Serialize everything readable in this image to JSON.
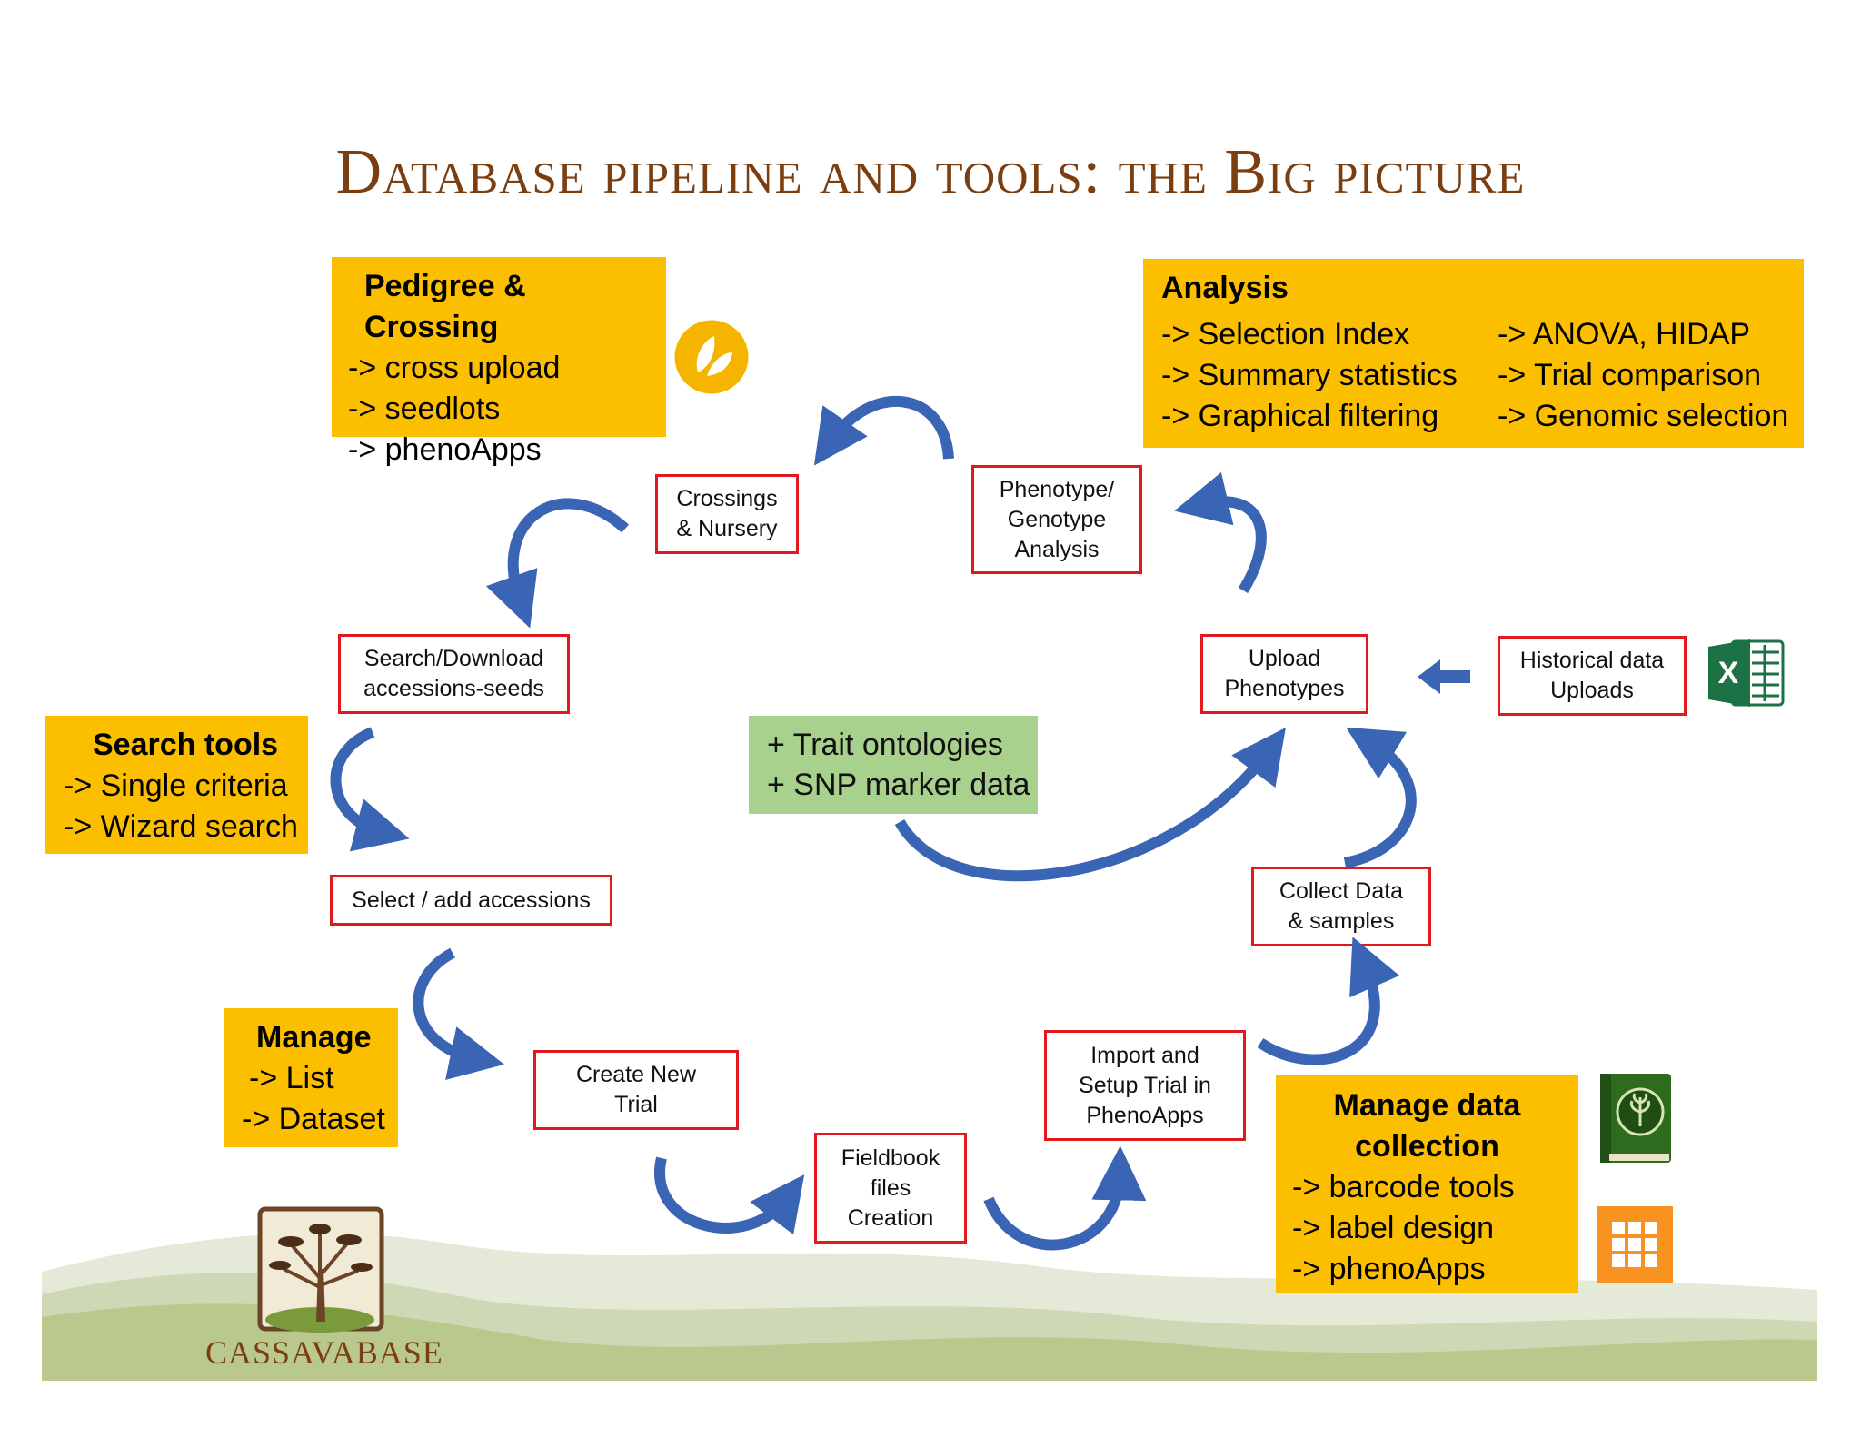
{
  "title": "Database pipeline and tools: the Big picture",
  "boxes": {
    "pedigree": {
      "heading": "Pedigree & Crossing",
      "items": [
        "-> cross upload",
        "-> seedlots",
        "-> phenoApps"
      ]
    },
    "analysis": {
      "heading": "Analysis",
      "left_items": [
        "-> Selection Index",
        "-> Summary statistics",
        "-> Graphical filtering"
      ],
      "right_items": [
        "-> ANOVA, HIDAP",
        "-> Trial comparison",
        "-> Genomic selection"
      ]
    },
    "search_tools": {
      "heading": "Search tools",
      "items": [
        "-> Single criteria",
        "-> Wizard search"
      ]
    },
    "manage": {
      "heading": "Manage",
      "items": [
        "-> List",
        "-> Dataset"
      ]
    },
    "manage_data": {
      "heading": "Manage data\ncollection",
      "items": [
        "-> barcode tools",
        "-> label design",
        "-> phenoApps"
      ]
    },
    "trait": {
      "items": [
        "+ Trait ontologies",
        "+ SNP marker data"
      ]
    }
  },
  "nodes": {
    "crossings": "Crossings\n& Nursery",
    "pheno_geno": "Phenotype/\nGenotype\nAnalysis",
    "search_download": "Search/Download\naccessions-seeds",
    "upload_pheno": "Upload\nPhenotypes",
    "historical": "Historical data\nUploads",
    "select_add": "Select / add  accessions",
    "collect": "Collect Data\n& samples",
    "create_trial": "Create New\nTrial",
    "import_setup": "Import and\nSetup Trial in\nPhenoApps",
    "fieldbook": "Fieldbook\nfiles\nCreation"
  },
  "logo": {
    "text": "CASSAVABASE"
  },
  "icons": {
    "excel": "excel-icon",
    "seed": "seed-app-icon",
    "book": "field-book-icon",
    "grid": "grid-app-icon"
  },
  "colors": {
    "gold": "#fcbf00",
    "green": "#a9d18e",
    "red_border": "#e0191e",
    "arrow": "#3a64b4",
    "title": "#7a3e10"
  }
}
